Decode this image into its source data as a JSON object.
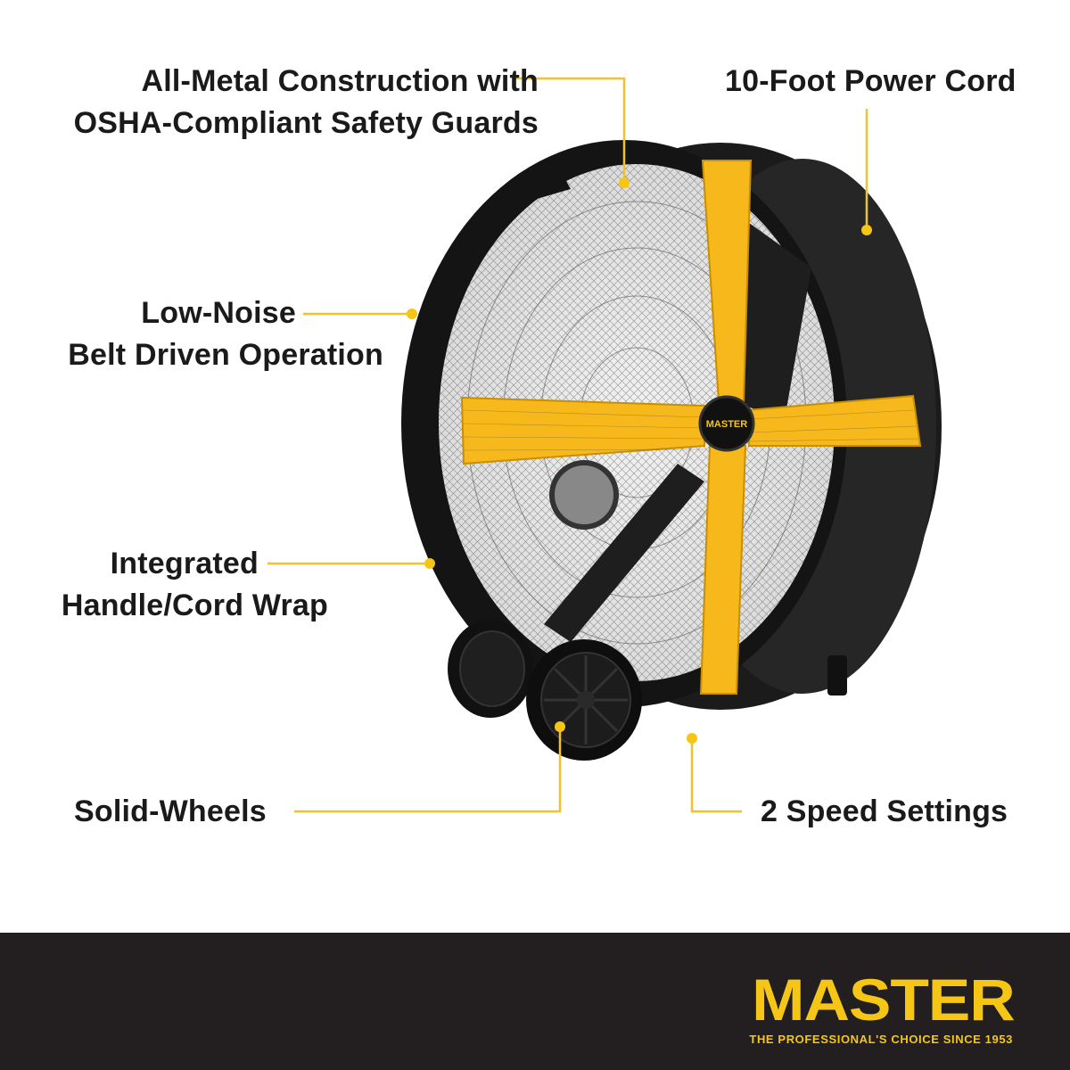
{
  "callouts": {
    "construction": {
      "line1": "All-Metal Construction with",
      "line2": "OSHA-Compliant Safety Guards"
    },
    "power_cord": {
      "line1": "10-Foot Power Cord"
    },
    "low_noise": {
      "line1": "Low-Noise",
      "line2": "Belt Driven Operation"
    },
    "handle": {
      "line1": "Integrated",
      "line2": "Handle/Cord Wrap"
    },
    "wheels": {
      "line1": "Solid-Wheels"
    },
    "speed": {
      "line1": "2 Speed Settings"
    }
  },
  "footer": {
    "brand": "MASTER",
    "tagline": "THE PROFESSIONAL'S CHOICE SINCE 1953"
  },
  "fan": {
    "hub_label": "MASTER"
  },
  "colors": {
    "accent_yellow": "#f6c616",
    "leader_line": "#f2c12e",
    "fan_body": "#1b1b1b",
    "footer_bg": "#231f20",
    "text": "#1a1a1a"
  }
}
